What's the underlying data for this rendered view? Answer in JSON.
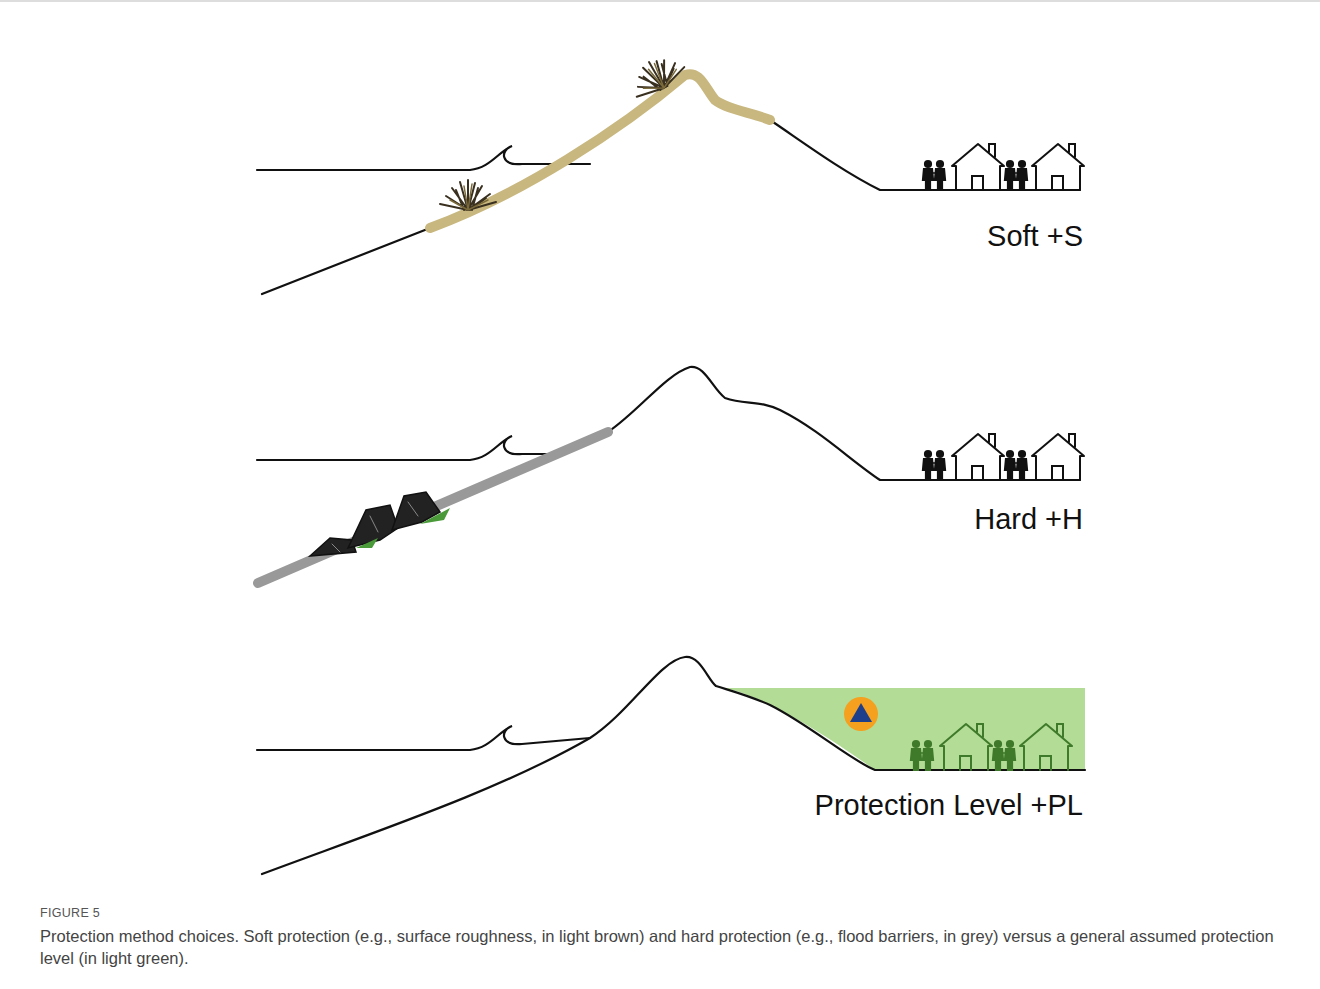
{
  "diagram": {
    "title": "FIGURE 5",
    "caption": "Protection method choices. Soft protection (e.g., surface roughness, in light brown) and hard protection (e.g., flood barriers, in grey) versus a general assumed protection level (in light green).",
    "labels": [
      "Soft +S",
      "Hard +H",
      "Protection Level +PL"
    ]
  }
}
